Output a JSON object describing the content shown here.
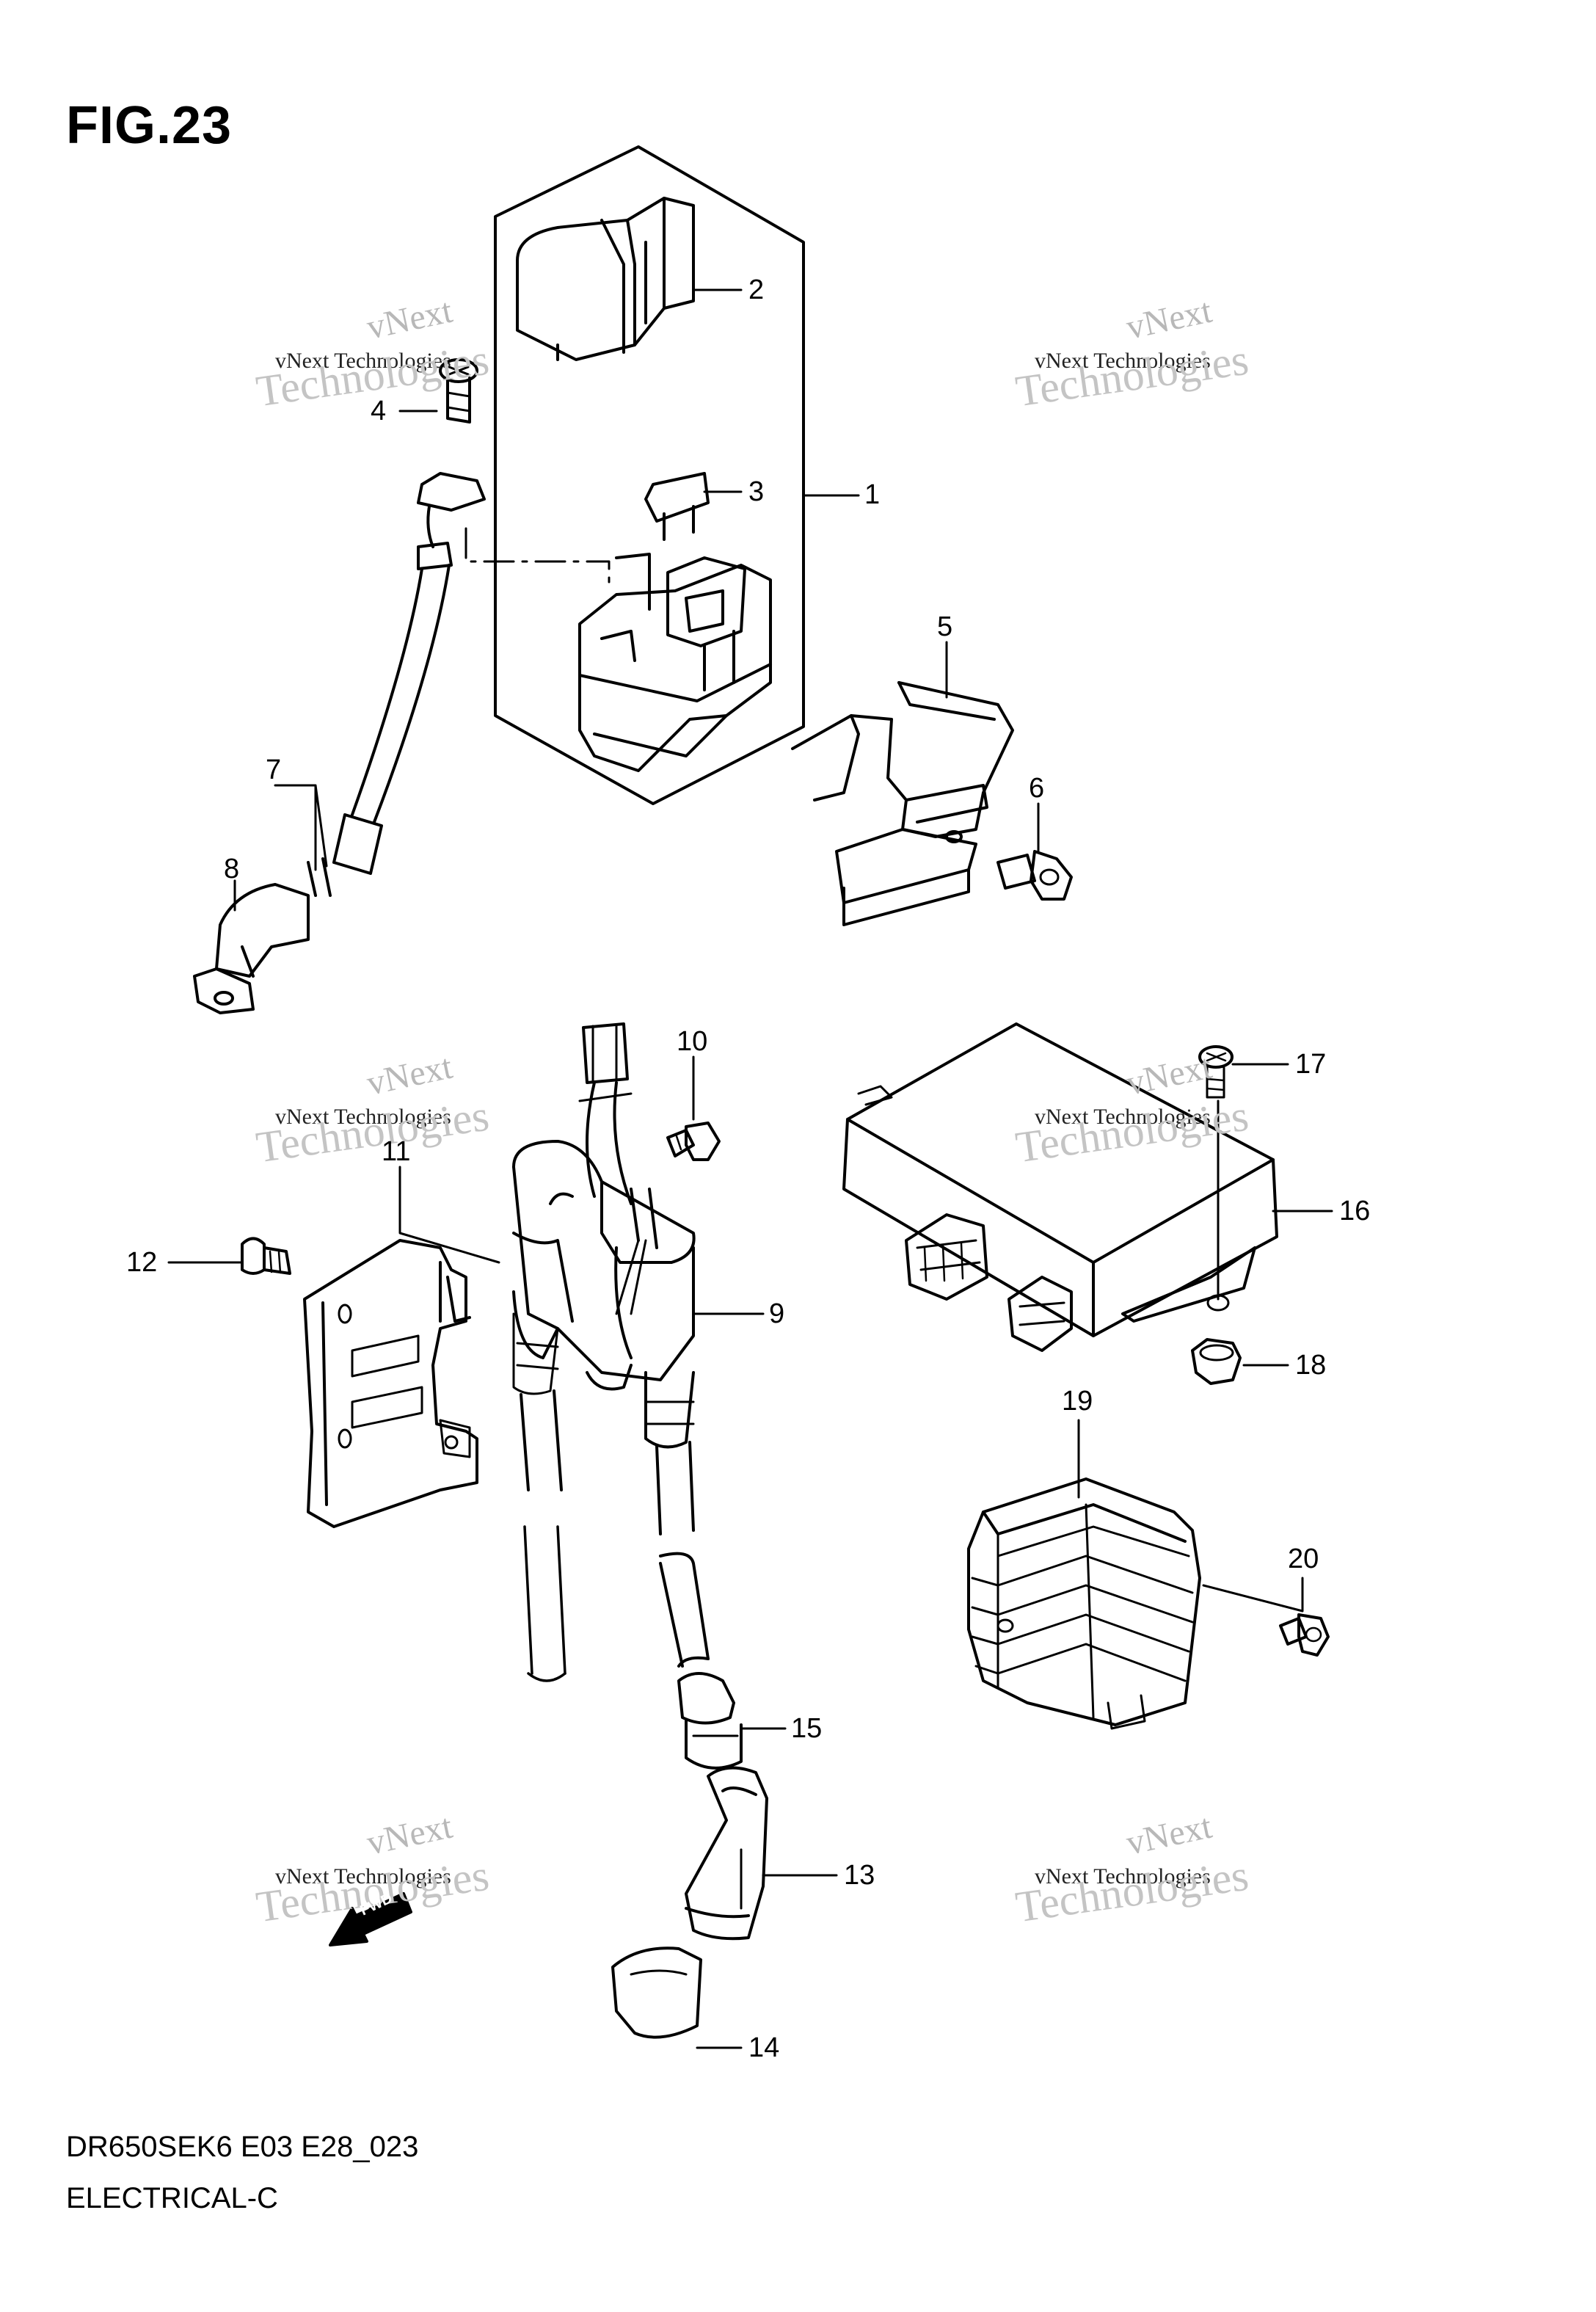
{
  "figure": {
    "title": "FIG.23"
  },
  "footer": {
    "code": "DR650SEK6 E03 E28_023",
    "section": "ELECTRICAL-C"
  },
  "watermark": {
    "line1": "vNext",
    "line2": "vNext Technologies",
    "line3": "Technologies"
  },
  "arrow_label": "FWD",
  "callouts": [
    "1",
    "2",
    "3",
    "4",
    "5",
    "6",
    "7",
    "8",
    "9",
    "10",
    "11",
    "12",
    "13",
    "14",
    "15",
    "16",
    "17",
    "18",
    "19",
    "20"
  ]
}
